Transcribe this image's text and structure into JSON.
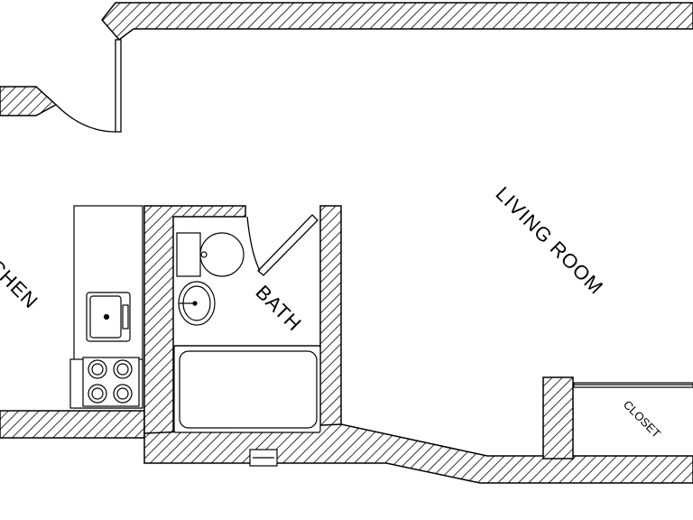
{
  "labels": {
    "living_room": "LIVING ROOM",
    "kitchen": "KITCHEN",
    "bath": "BATH",
    "closet": "CLOSET"
  },
  "colors": {
    "line": "#000000",
    "background": "#ffffff"
  }
}
